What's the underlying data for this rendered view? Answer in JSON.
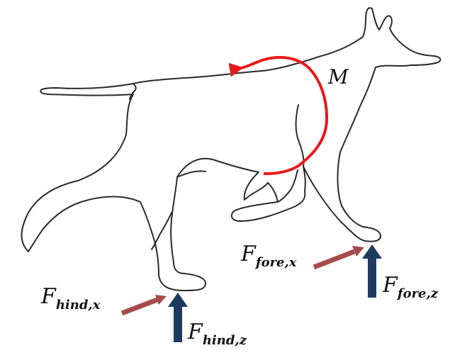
{
  "colors": {
    "outline": "#2b2b2b",
    "moment": "#e8191b",
    "shear": "#a64b4b",
    "normal": "#1f3a5f",
    "background": "#ffffff"
  },
  "labels": {
    "moment": "M",
    "hind_x": {
      "main": "F",
      "sub": "hind,x"
    },
    "hind_z": {
      "main": "F",
      "sub": "hind,z"
    },
    "fore_x": {
      "main": "F",
      "sub": "fore,x"
    },
    "fore_z": {
      "main": "F",
      "sub": "fore,z"
    }
  }
}
